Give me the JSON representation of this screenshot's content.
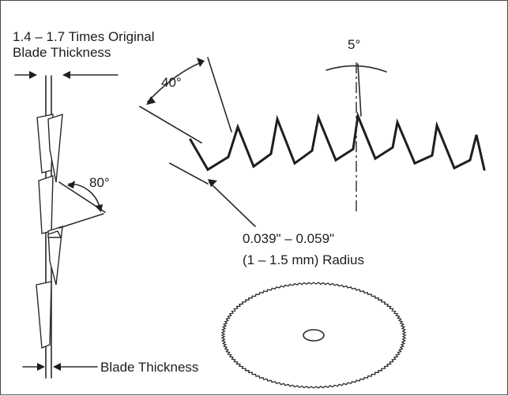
{
  "labels": {
    "set_width_line1": "1.4 – 1.7 Times Original",
    "set_width_line2": "Blade Thickness",
    "set_angle": "80°",
    "hook_angle": "40°",
    "clearance_angle": "5°",
    "gullet_radius_line1": "0.039\" – 0.059\"",
    "gullet_radius_line2": "(1 – 1.5 mm) Radius",
    "blade_thickness": "Blade Thickness"
  },
  "colors": {
    "line": "#2a2a2a",
    "text": "#1d1d1d",
    "background": "#ffffff",
    "border": "#4a4a4a"
  }
}
